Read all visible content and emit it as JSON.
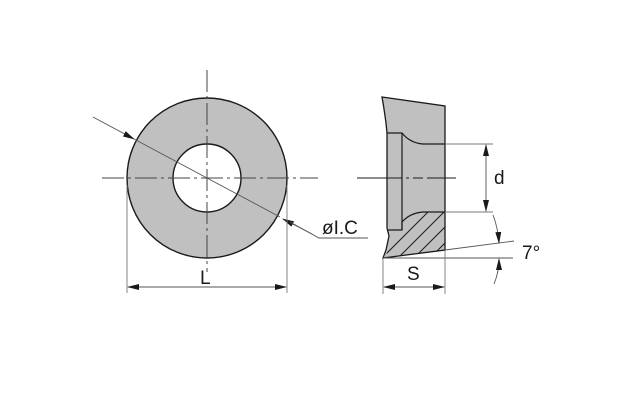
{
  "diagram": {
    "type": "technical-drawing",
    "subject": "round cutting insert (top view and side section)",
    "colors": {
      "fill": "#c0c0c0",
      "outline": "#1a1a1a",
      "dim_line": "#555555",
      "background": "#ffffff"
    },
    "top_view": {
      "labels": {
        "width": "L",
        "inscribed_circle": "øI.C"
      }
    },
    "side_view": {
      "labels": {
        "hole_diameter": "d",
        "thickness": "S",
        "clearance_angle": "7°"
      }
    }
  }
}
